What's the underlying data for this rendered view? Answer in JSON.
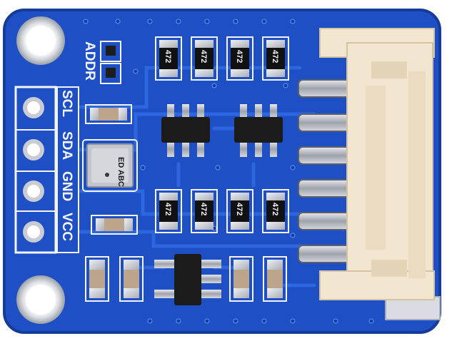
{
  "board": {
    "colors": {
      "pcb": "#1f4fc4",
      "pcb_dark": "#183f9f",
      "trace": "#2a62dd",
      "silkscreen": "#f4f6fb",
      "pad": "#c9ccd2",
      "connector": "#f3e6d0"
    },
    "silkscreen": {
      "addr_label": "ADDR",
      "pins": [
        "SCL",
        "SDA",
        "GND",
        "VCC"
      ]
    },
    "resistors": [
      "472",
      "472",
      "472",
      "472",
      "472",
      "472",
      "472",
      "472"
    ],
    "sensor_marking": "ED ABC"
  }
}
